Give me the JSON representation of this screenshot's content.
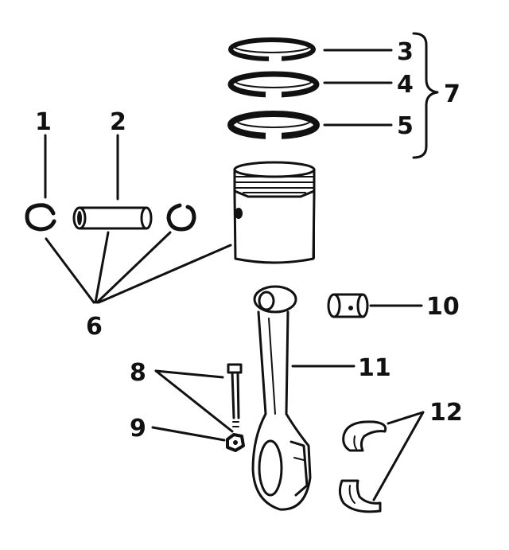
{
  "callouts": {
    "c1": "1",
    "c2": "2",
    "c3": "3",
    "c4": "4",
    "c5": "5",
    "c6": "6",
    "c7": "7",
    "c8": "8",
    "c9": "9",
    "c10": "10",
    "c11": "11",
    "c12": "12"
  },
  "colors": {
    "ink": "#111111",
    "background": "#ffffff"
  }
}
